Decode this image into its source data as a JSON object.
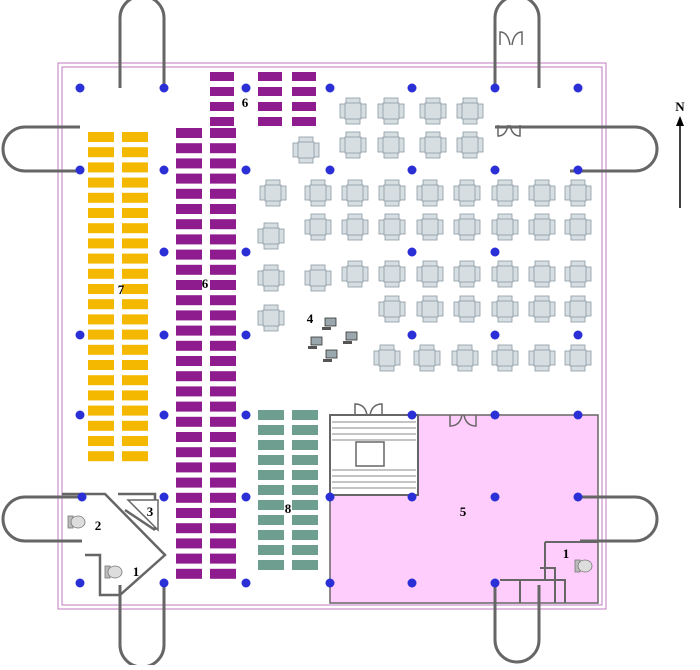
{
  "compass": {
    "label": "N"
  },
  "zones": {
    "z1_toilet": "1",
    "z2_toilet": "2",
    "z3_triangle": "3",
    "z4_computers": "4",
    "z5_pink": "5",
    "z6_top": "6",
    "z6_main": "6",
    "z7_yellow": "7",
    "z8_green": "8",
    "z1_right": "1"
  },
  "colors": {
    "wall": "#666666",
    "outer_border": "#c07ac0",
    "pillar": "#2b2fd6",
    "yellow_desk": "#f5b800",
    "purple_desk": "#8e1c8e",
    "green_desk": "#6d9e90",
    "table": "#d7dee2",
    "table_stroke": "#8a9aa4",
    "pink_room": "#ffcdfb"
  }
}
